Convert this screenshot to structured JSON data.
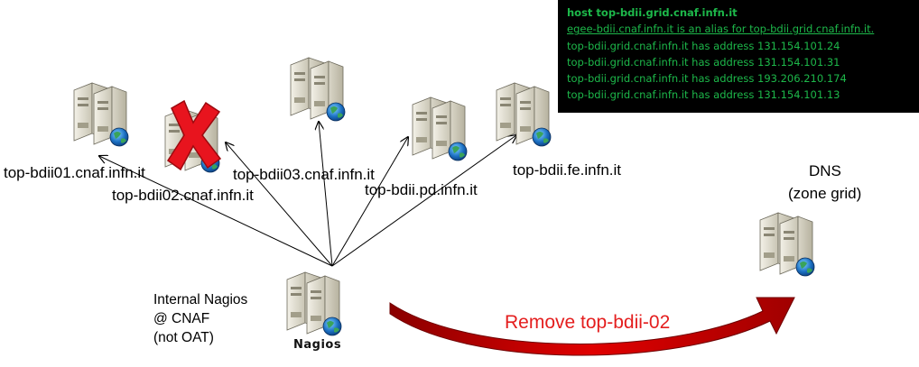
{
  "servers": [
    {
      "id": "top-bdii01",
      "label": "top-bdii01.cnaf.infn.it",
      "removed": false
    },
    {
      "id": "top-bdii02",
      "label": "top-bdii02.cnaf.infn.it",
      "removed": true
    },
    {
      "id": "top-bdii03",
      "label": "top-bdii03.cnaf.infn.it",
      "removed": false
    },
    {
      "id": "top-bdii-pd",
      "label": "top-bdii.pd.infn.it",
      "removed": false
    },
    {
      "id": "top-bdii-fe",
      "label": "top-bdii.fe.infn.it",
      "removed": false
    }
  ],
  "dns_output": {
    "command": "host top-bdii.grid.cnaf.infn.it",
    "alias_line": "egee-bdii.cnaf.infn.it is an alias for top-bdii.grid.cnaf.infn.it.",
    "address_lines": [
      "top-bdii.grid.cnaf.infn.it has address 131.154.101.24",
      "top-bdii.grid.cnaf.infn.it has address 131.154.101.31",
      "top-bdii.grid.cnaf.infn.it has address 193.206.210.174",
      "top-bdii.grid.cnaf.infn.it has address 131.154.101.13"
    ]
  },
  "dns_server": {
    "title": "DNS",
    "subtitle": "(zone grid)"
  },
  "nagios": {
    "caption_lines": [
      "Internal Nagios",
      "@ CNAF",
      "(not OAT)"
    ],
    "logo": "Nagios"
  },
  "action": {
    "label": "Remove top-bdii-02"
  },
  "colors": {
    "terminal_bg": "#000000",
    "terminal_text": "#1db84a",
    "removed_mark": "#e8141e",
    "action_arrow": "#d40000",
    "action_text": "#e41e1e"
  }
}
